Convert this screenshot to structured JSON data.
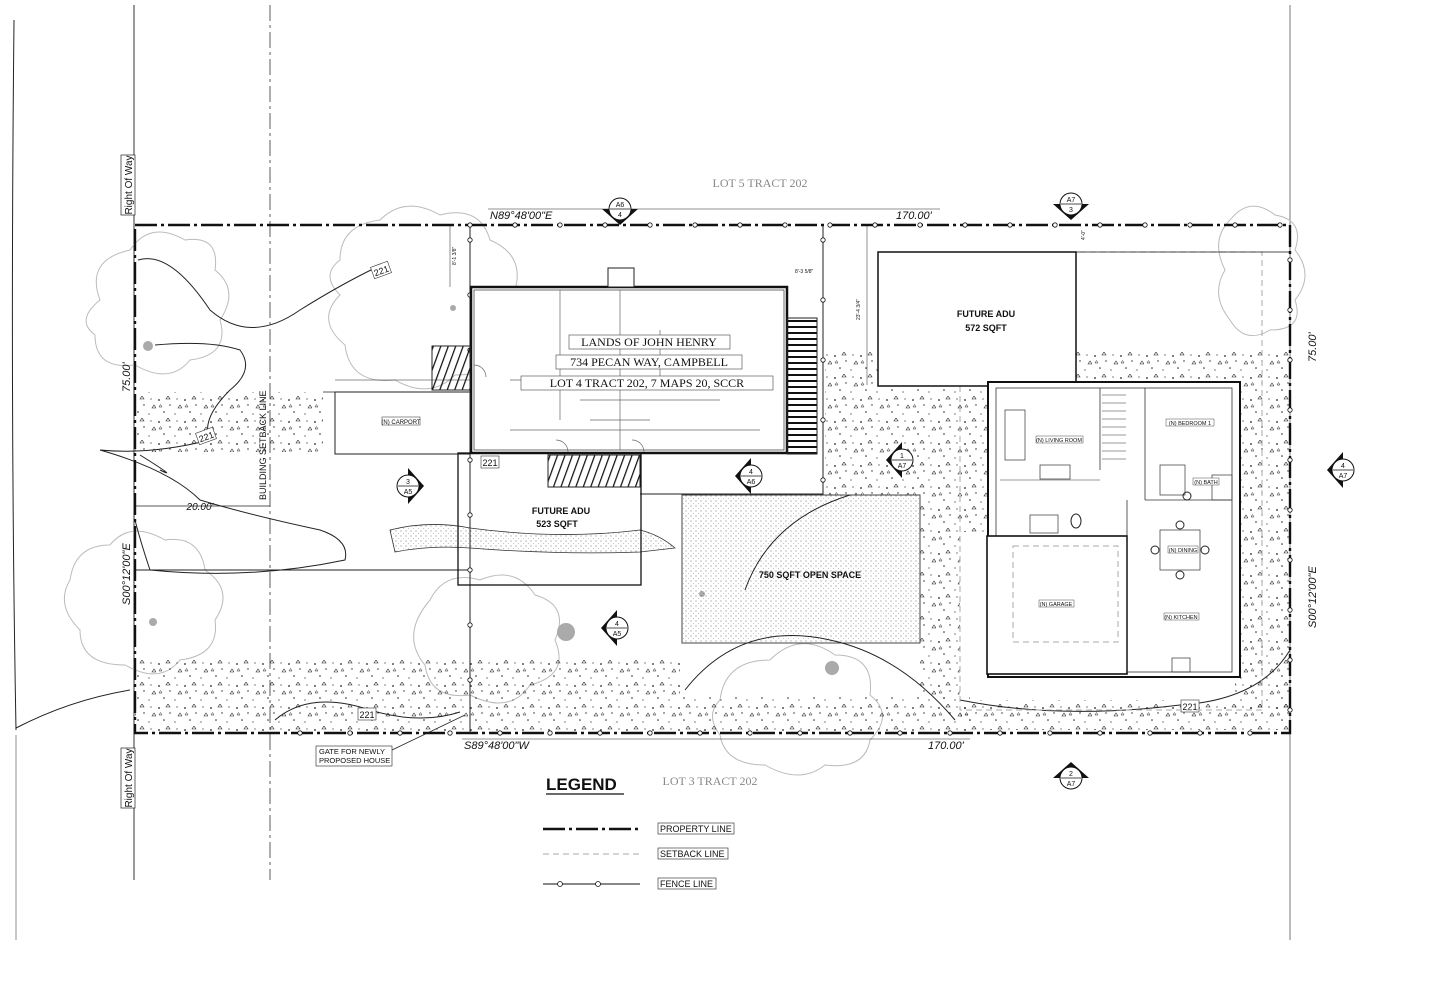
{
  "neighbors": {
    "north": "LOT 5 TRACT 202",
    "south": "LOT 3 TRACT 202"
  },
  "right_of_way": {
    "top": "Right Of Way",
    "bottom": "Right Of Way"
  },
  "bearings": {
    "north": "N89°48'00\"E",
    "north_distance": "170.00'",
    "south": "S89°48'00\"W",
    "south_distance": "170.00'",
    "west": "S00°12'00\"E",
    "west_distance": "75.00'",
    "east": "S00°12'00\"E",
    "east_distance": "75.00'"
  },
  "title_block": {
    "line1": "LANDS OF JOHN HENRY",
    "line2": "734 PECAN WAY, CAMPBELL",
    "line3": "LOT 4 TRACT 202, 7 MAPS 20, SCCR"
  },
  "labels": {
    "setback_line": "BUILDING SETBACK LINE",
    "setback_distance": "20.00'",
    "carport": "(N) CARPORT",
    "adu_front_title": "FUTURE ADU",
    "adu_front_area": "523 SQFT",
    "adu_rear_title": "FUTURE ADU",
    "adu_rear_area": "572 SQFT",
    "open_space": "750 SQFT OPEN SPACE",
    "gate_note_1": "GATE FOR NEWLY",
    "gate_note_2": "PROPOSED HOUSE",
    "contour_221": "221",
    "living_room": "(N) LIVING ROOM",
    "bedroom": "(N) BEDROOM 1",
    "dining": "(N) DINING",
    "kitchen": "(N) KITCHEN",
    "garage": "(N) GARAGE",
    "bath": "(N) BATH",
    "dim_ne": "4'-0\"",
    "dim_side": "23'-4 3/4\"",
    "dim_top": "8'-1 3/8\"",
    "dim_right_top": "8'-3 5/8\""
  },
  "section_markers": [
    {
      "num": "A6",
      "sheet": "4"
    },
    {
      "num": "A7",
      "sheet": "3"
    },
    {
      "num": "3",
      "sheet": "A5"
    },
    {
      "num": "4",
      "sheet": "A6"
    },
    {
      "num": "1",
      "sheet": "A7"
    },
    {
      "num": "4",
      "sheet": "A5"
    },
    {
      "num": "4",
      "sheet": "A7"
    },
    {
      "num": "2",
      "sheet": "A7"
    }
  ],
  "legend": {
    "title": "LEGEND",
    "items": [
      {
        "label": "PROPERTY LINE",
        "style": "property"
      },
      {
        "label": "SETBACK LINE",
        "style": "setback"
      },
      {
        "label": "FENCE LINE",
        "style": "fence"
      }
    ]
  },
  "colors": {
    "ink": "#111111",
    "tree_outline": "#bbbbbb",
    "neighbor_text": "#888888"
  }
}
